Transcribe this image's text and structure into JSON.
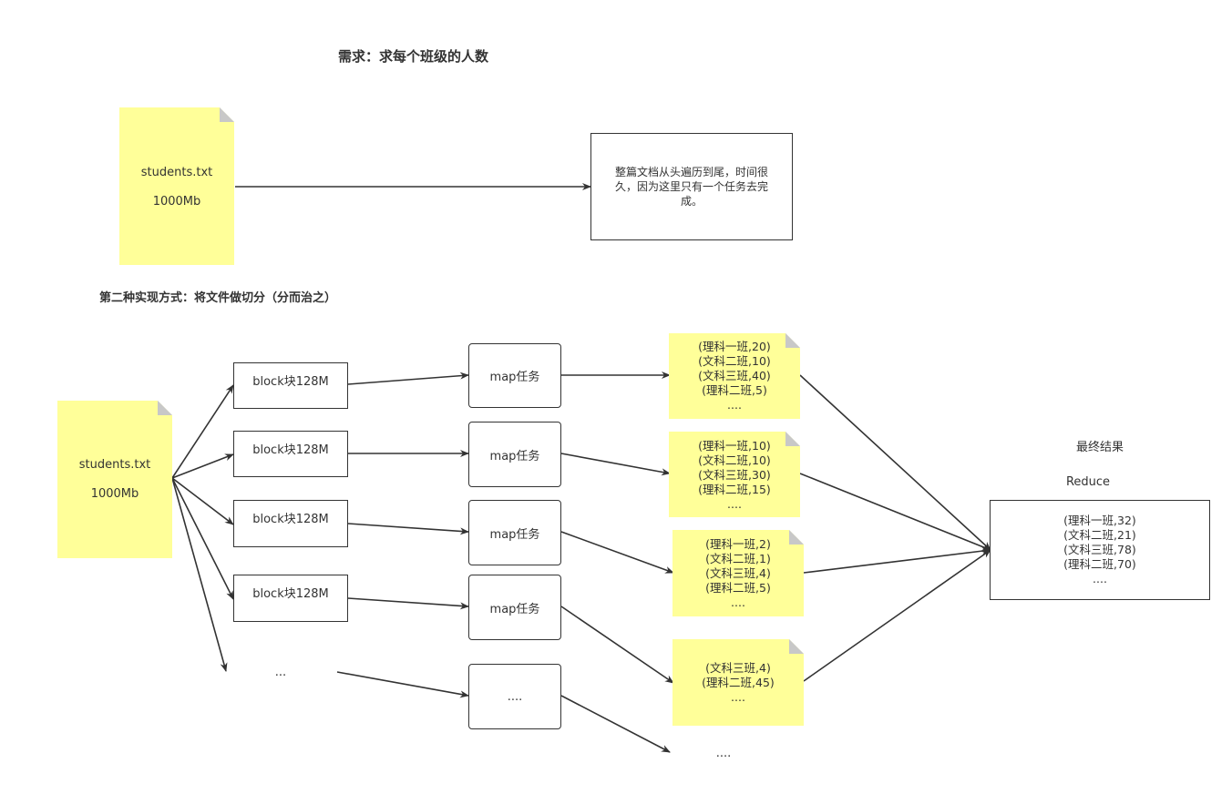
{
  "title": "需求：求每个班级的人数",
  "subtitle": "第二种实现方式：将文件做切分（分而治之）",
  "top_file": {
    "name": "students.txt",
    "size": "1000Mb"
  },
  "top_result": "整篇文档从头遍历到尾，时间很久，因为这里只有一个任务去完成。",
  "file": {
    "name": "students.txt",
    "size": "1000Mb"
  },
  "blocks": [
    "block块128M",
    "block块128M",
    "block块128M",
    "block块128M",
    "..."
  ],
  "maps": [
    "map任务",
    "map任务",
    "map任务",
    "map任务",
    "...."
  ],
  "partials": [
    [
      "(理科一班,20)",
      "(文科二班,10)",
      "(文科三班,40)",
      "(理科二班,5)",
      "...."
    ],
    [
      "(理科一班,10)",
      "(文科二班,10)",
      "(文科三班,30)",
      "(理科二班,15)",
      "...."
    ],
    [
      "(理科一班,2)",
      "(文科二班,1)",
      "(文科三班,4)",
      "(理科二班,5)",
      "...."
    ],
    [
      "(文科三班,4)",
      "(理科二班,45)",
      "...."
    ]
  ],
  "partial_more": "....",
  "final_label": "最终结果",
  "reduce_label": "Reduce",
  "final_result": [
    "(理科一班,32)",
    "(文科二班,21)",
    "(文科三班,78)",
    "(理科二班,70)",
    "...."
  ],
  "colors": {
    "note": "#ffff99",
    "fold": "#c8c8c8",
    "stroke": "#333333"
  }
}
